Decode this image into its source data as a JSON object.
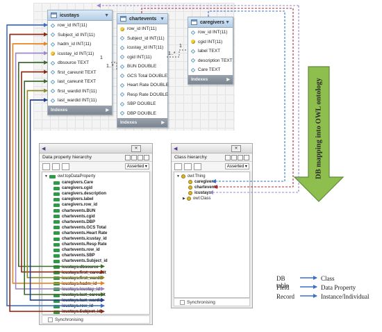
{
  "er_tables": {
    "icustays": {
      "name": "icustays",
      "columns": [
        {
          "icon": "diamond-icon",
          "label": "row_id INT(11)"
        },
        {
          "icon": "diamond-icon",
          "label": "Subject_id INT(11)"
        },
        {
          "icon": "diamond-icon",
          "label": "hadm_id INT(11)"
        },
        {
          "icon": "key-icon",
          "label": "icustay_id INT(11)"
        },
        {
          "icon": "diamond-icon",
          "label": "dbsource TEXT"
        },
        {
          "icon": "diamond-icon",
          "label": "first_careunit TEXT"
        },
        {
          "icon": "diamond-icon",
          "label": "last_careunit TEXT"
        },
        {
          "icon": "diamond-icon",
          "label": "first_wardid INT(11)"
        },
        {
          "icon": "diamond-icon",
          "label": "last_wardid INT(11)"
        }
      ],
      "footer": "Indexes"
    },
    "chartevents": {
      "name": "chartevents",
      "columns": [
        {
          "icon": "key-icon",
          "label": "row_id INT(11)"
        },
        {
          "icon": "diamond-icon",
          "label": "Subject_id INT(11)"
        },
        {
          "icon": "diamond-icon",
          "label": "icustay_id INT(11)"
        },
        {
          "icon": "diamond-icon",
          "label": "cgid INT(11)"
        },
        {
          "icon": "diamond-icon",
          "label": "BUN DOUBLE"
        },
        {
          "icon": "diamond-icon",
          "label": "GCS Total DOUBLE"
        },
        {
          "icon": "diamond-icon",
          "label": "Heart Rate DOUBLE"
        },
        {
          "icon": "diamond-icon",
          "label": "Resp Rate DOUBLE"
        },
        {
          "icon": "diamond-icon",
          "label": "SBP DOUBLE"
        },
        {
          "icon": "diamond-icon",
          "label": "DBP DOUBLE"
        }
      ],
      "footer": "Indexes"
    },
    "caregivers": {
      "name": "caregivers",
      "columns": [
        {
          "icon": "diamond-icon",
          "label": "row_id INT(11)"
        },
        {
          "icon": "key-icon",
          "label": "cgid INT(11)"
        },
        {
          "icon": "diamond-icon",
          "label": "label TEXT"
        },
        {
          "icon": "diamond-icon",
          "label": "description TEXT"
        },
        {
          "icon": "diamond-icon",
          "label": "Care TEXT"
        }
      ],
      "footer": "Indexes"
    }
  },
  "relationships": {
    "left_one": "1",
    "left_many": "1..*",
    "right_one": "1",
    "right_many": "1..*"
  },
  "data_property_panel": {
    "title": "Data property hierarchy",
    "asserted": "Asserted",
    "root": "owl:topDataProperty",
    "items": [
      "caregivers.Care",
      "caregivers.cgid",
      "caregivers.description",
      "caregivers.label",
      "caregivers.row_id",
      "chartevents.BUN",
      "chartevents.cgid",
      "chartevents.DBP",
      "chartevents.GCS Total",
      "chartevents.Heart Rate",
      "chartevents.icustay_id",
      "chartevents.Resp Rate",
      "chartevents.row_id",
      "chartevents.SBP",
      "chartevents.Subject_id",
      "icustays.dbsource",
      "icustays.first_careunit",
      "icustays.first_wardid",
      "icustays.hadm_id",
      "icustays.icustay_id",
      "icustays.last_careunit",
      "icustays.last_wardid",
      "icustays.row_id",
      "icustays.Subject_id"
    ],
    "footer": "Synchronising"
  },
  "class_panel": {
    "title": "Class hierarchy",
    "asserted": "Asserted",
    "root": "owl:Thing",
    "items": [
      "caregivers",
      "chartevents",
      "icustays"
    ],
    "extra": "owl:Class",
    "footer": "Synchronising"
  },
  "big_arrow_label": "DB mapping into OWL ontology",
  "legend": [
    {
      "from": "DB table",
      "to": "Class"
    },
    {
      "from": "Field",
      "to": "Data Property"
    },
    {
      "from": "Record",
      "to": "Instance/Individual"
    }
  ],
  "colors": {
    "blue": "#3a6fc9",
    "red": "#b1283b",
    "orange": "#e8851f",
    "purple": "#9d86c9",
    "darkgreen": "#3c6b2b",
    "darkred": "#8c2a14",
    "olive": "#8a8a2a",
    "darkblue": "#1e3e96",
    "arrow_fill": "#8ebf4e",
    "arrow_stroke": "#5f8a3a"
  }
}
